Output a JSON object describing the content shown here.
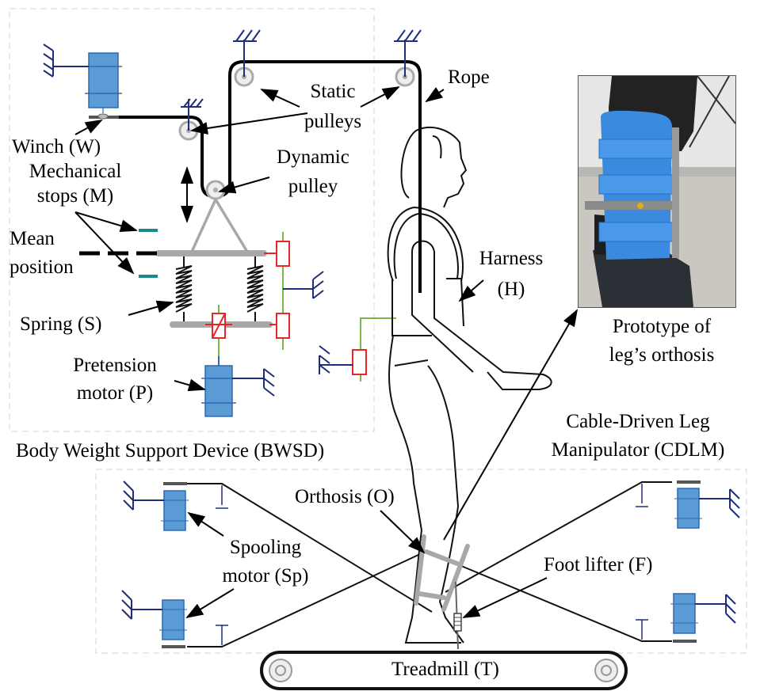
{
  "figure": {
    "subsystems": {
      "bwsd": "Body Weight Support Device (BWSD)",
      "cdlm_line1": "Cable-Driven Leg",
      "cdlm_line2": "Manipulator (CDLM)"
    },
    "labels": {
      "winch": "Winch (W)",
      "mech_stops_1": "Mechanical",
      "mech_stops_2": "stops (M)",
      "mean_position_1": "Mean",
      "mean_position_2": "position",
      "spring": "Spring (S)",
      "pretension_1": "Pretension",
      "pretension_2": "motor (P)",
      "static_pulleys_1": "Static",
      "static_pulleys_2": "pulleys",
      "dynamic_pulley_1": "Dynamic",
      "dynamic_pulley_2": "pulley",
      "rope": "Rope",
      "harness_1": "Harness",
      "harness_2": "(H)",
      "prototype_1": "Prototype of",
      "prototype_2": "leg’s orthosis",
      "orthosis": "Orthosis (O)",
      "spooling_1": "Spooling",
      "spooling_2": "motor (Sp)",
      "foot_lifter": "Foot lifter (F)",
      "treadmill": "Treadmill (T)"
    },
    "colors": {
      "motor_fill": "#5b9bd5",
      "motor_stroke": "#2e6bb0",
      "ground": "#1f2d7a",
      "damper": "#e8262a",
      "green_link": "#7ab648",
      "stop": "#1a8a8a",
      "frame_gray": "#a8a8a8",
      "orthosis_blue": "#3a8be0"
    }
  }
}
